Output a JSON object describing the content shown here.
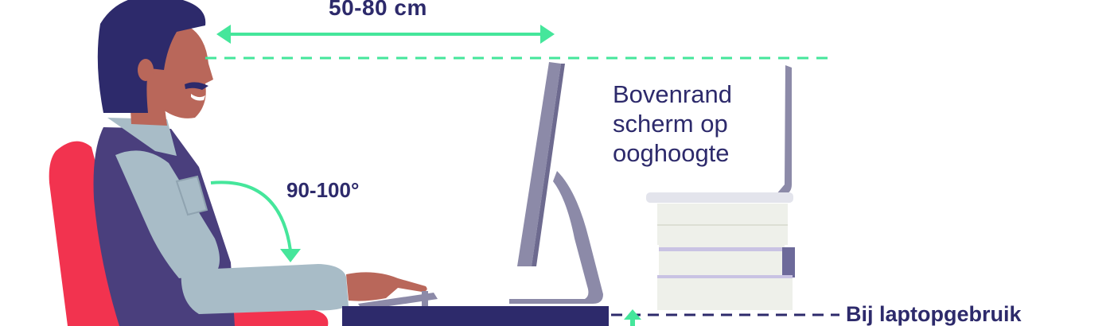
{
  "labels": {
    "distance": "50-80 cm",
    "angle": "90-100°",
    "screen_note_lines": [
      "Bovenrand",
      "scherm op",
      "ooghoogte"
    ],
    "laptop": "Bij laptopgebruik"
  },
  "colors": {
    "accent_green": "#45e69b",
    "navy": "#2d2a6b",
    "chair_red": "#f2334f",
    "shirt": "#a8bcc7",
    "skin": "#b9675a",
    "vest": "#4a3f7d",
    "monitor": "#8c8aa8",
    "books": "#eef0ea"
  }
}
